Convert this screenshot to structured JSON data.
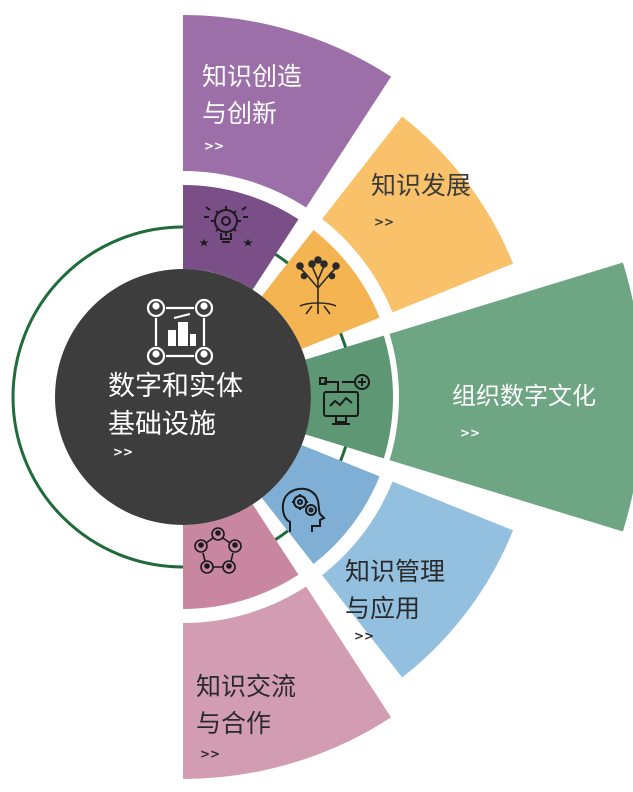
{
  "center": {
    "title_line1": "数字和实体",
    "title_line2": "基础设施",
    "more": ">>",
    "icon": "people-network-building-icon"
  },
  "segments": [
    {
      "id": "knowledge-creation",
      "line1": "知识创造",
      "line2": "与创新",
      "more": ">>",
      "color": "#9c6fa8",
      "inner_color": "#7a4f88",
      "icon": "lightbulb-gear-icon"
    },
    {
      "id": "knowledge-development",
      "line1": "知识发展",
      "line2": "",
      "more": ">>",
      "color": "#f9c26a",
      "inner_color": "#f4b451",
      "icon": "tree-icon"
    },
    {
      "id": "digital-culture",
      "line1": "组织数字文化",
      "line2": "",
      "more": ">>",
      "color": "#6ea583",
      "inner_color": "#5d9773",
      "icon": "computer-network-icon"
    },
    {
      "id": "knowledge-management",
      "line1": "知识管理",
      "line2": "与应用",
      "more": ">>",
      "color": "#94c0e0",
      "inner_color": "#7fafd4",
      "icon": "head-gears-icon"
    },
    {
      "id": "knowledge-exchange",
      "line1": "知识交流",
      "line2": "与合作",
      "more": ">>",
      "color": "#d39db1",
      "inner_color": "#c8869f",
      "icon": "people-circle-icon"
    }
  ],
  "ring_color": "#1f6b3a",
  "center_color": "#3d3d3d"
}
